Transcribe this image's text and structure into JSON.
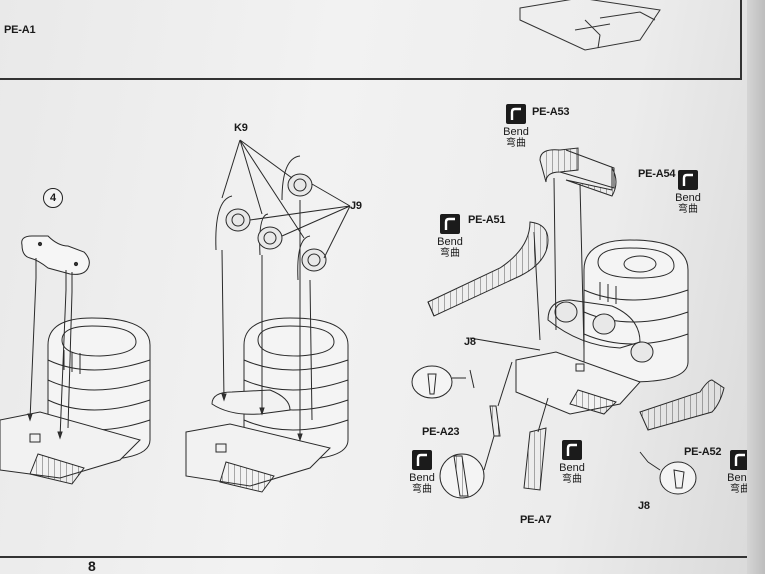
{
  "labels": {
    "pe_a1": "PE-A1",
    "step_number": "4",
    "k9": "K9",
    "j9": "J9",
    "pe_a53": "PE-A53",
    "pe_a54": "PE-A54",
    "pe_a51": "PE-A51",
    "j8_left": "J8",
    "pe_a23": "PE-A23",
    "pe_a7": "PE-A7",
    "j8_right": "J8",
    "pe_a52": "PE-A52",
    "page_number": "8"
  },
  "bend": {
    "en": "Bend",
    "zh": "弯曲",
    "icon": "bend-icon"
  }
}
